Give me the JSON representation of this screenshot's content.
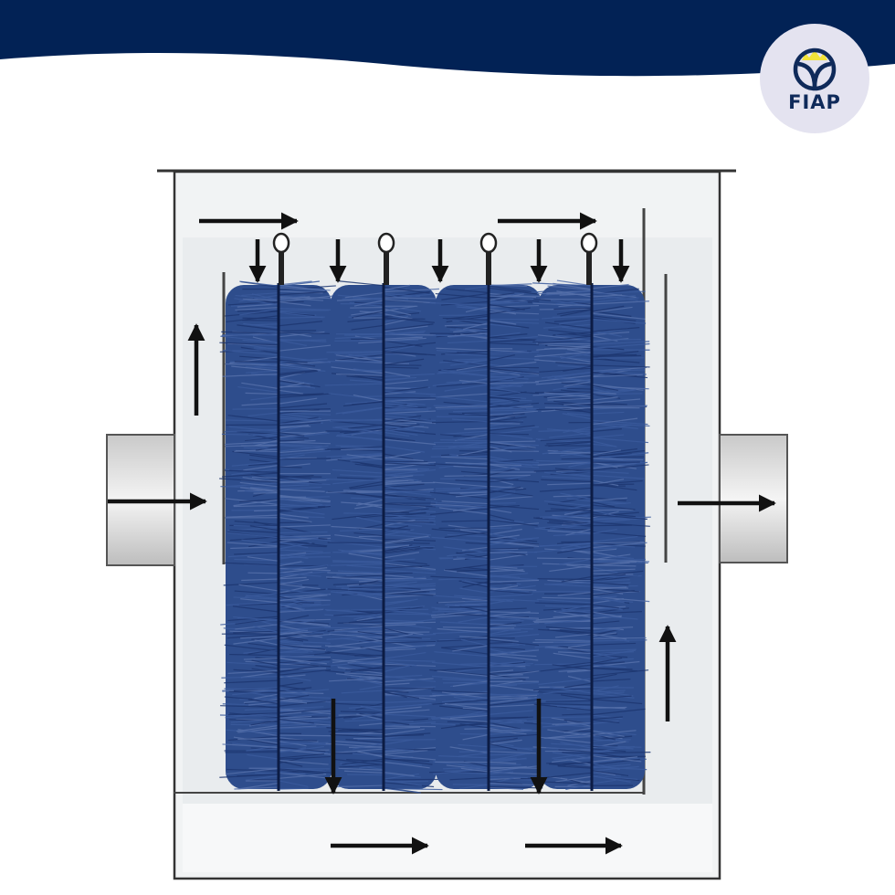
{
  "header": {
    "band_color": "#022255"
  },
  "logo": {
    "text": "FIAP",
    "circle_color": "#e4e3f0",
    "emblem_color": "#0f2a5a",
    "crown_color": "#f2e33a"
  },
  "diagram": {
    "brush_count": 4,
    "brush_color": "#2e4d8c",
    "arrow_color": "#111111",
    "flow": [
      "inlet-left",
      "up",
      "right",
      "down-through-brushes",
      "bottom-right",
      "up",
      "outlet-right"
    ]
  }
}
